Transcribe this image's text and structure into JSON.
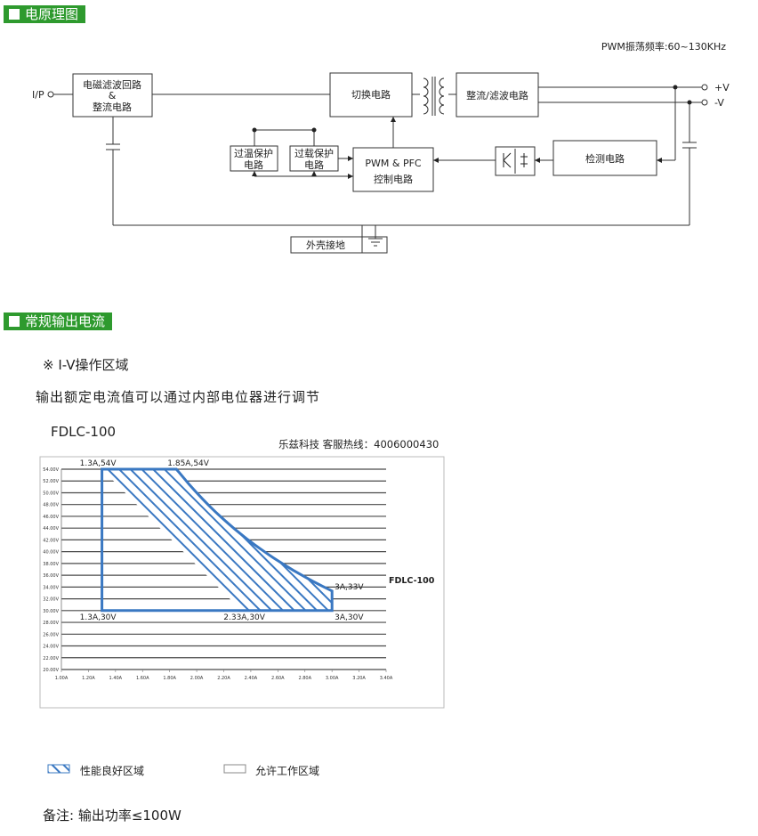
{
  "sections": {
    "diagram_title": "电原理图",
    "output_title": "常规输出电流"
  },
  "diagram": {
    "freq_label": "PWM振荡频率:60~130KHz",
    "input_label": "I/P",
    "emi_filter_line1": "电磁滤波回路",
    "emi_filter_line2": "&",
    "emi_filter_line3": "整流电路",
    "switch_circuit": "切换电路",
    "rectifier_filter": "整流/滤波电路",
    "pos_out": "+V",
    "neg_out": "-V",
    "otp_line1": "过温保护",
    "otp_line2": "电路",
    "olp_line1": "过载保护",
    "olp_line2": "电路",
    "pwm_line1": "PWM & PFC",
    "pwm_line2": "控制电路",
    "detect_circuit": "检测电路",
    "ground": "外壳接地"
  },
  "iv": {
    "area_heading": "※ I-V操作区域",
    "description": "输出额定电流值可以通过内部电位器进行调节",
    "model": "FDLC-100",
    "hotline": "乐兹科技 客服热线：4006000430",
    "legend_good": "性能良好区域",
    "legend_allowed": "允许工作区域",
    "note": "备注: 输出功率≤100W"
  },
  "chart_data": {
    "type": "area",
    "series_name": "FDLC-100",
    "x_ticks": [
      "1.00A",
      "1.20A",
      "1.40A",
      "1.60A",
      "1.80A",
      "2.00A",
      "2.20A",
      "2.40A",
      "2.60A",
      "2.80A",
      "3.00A",
      "3.20A",
      "3.40A"
    ],
    "y_ticks": [
      "20.00V",
      "22.00V",
      "24.00V",
      "26.00V",
      "28.00V",
      "30.00V",
      "32.00V",
      "34.00V",
      "36.00V",
      "38.00V",
      "40.00V",
      "42.00V",
      "44.00V",
      "46.00V",
      "48.00V",
      "50.00V",
      "52.00V",
      "54.00V"
    ],
    "xlim": [
      1.0,
      3.4
    ],
    "ylim": [
      20,
      54
    ],
    "region": [
      {
        "x": 1.3,
        "y": 54,
        "label": "1.3A,54V"
      },
      {
        "x": 1.85,
        "y": 54,
        "label": "1.85A,54V"
      },
      {
        "x": 3.0,
        "y": 33,
        "label": "3A,33V"
      },
      {
        "x": 3.0,
        "y": 30,
        "label": "3A,30V"
      },
      {
        "x": 2.33,
        "y": 30,
        "label": "2.33A,30V"
      },
      {
        "x": 1.3,
        "y": 30,
        "label": "1.3A,30V"
      }
    ],
    "power_curve_w": 100,
    "colors": {
      "region": "#3a78c2",
      "grid": "#4a4a4a"
    }
  }
}
